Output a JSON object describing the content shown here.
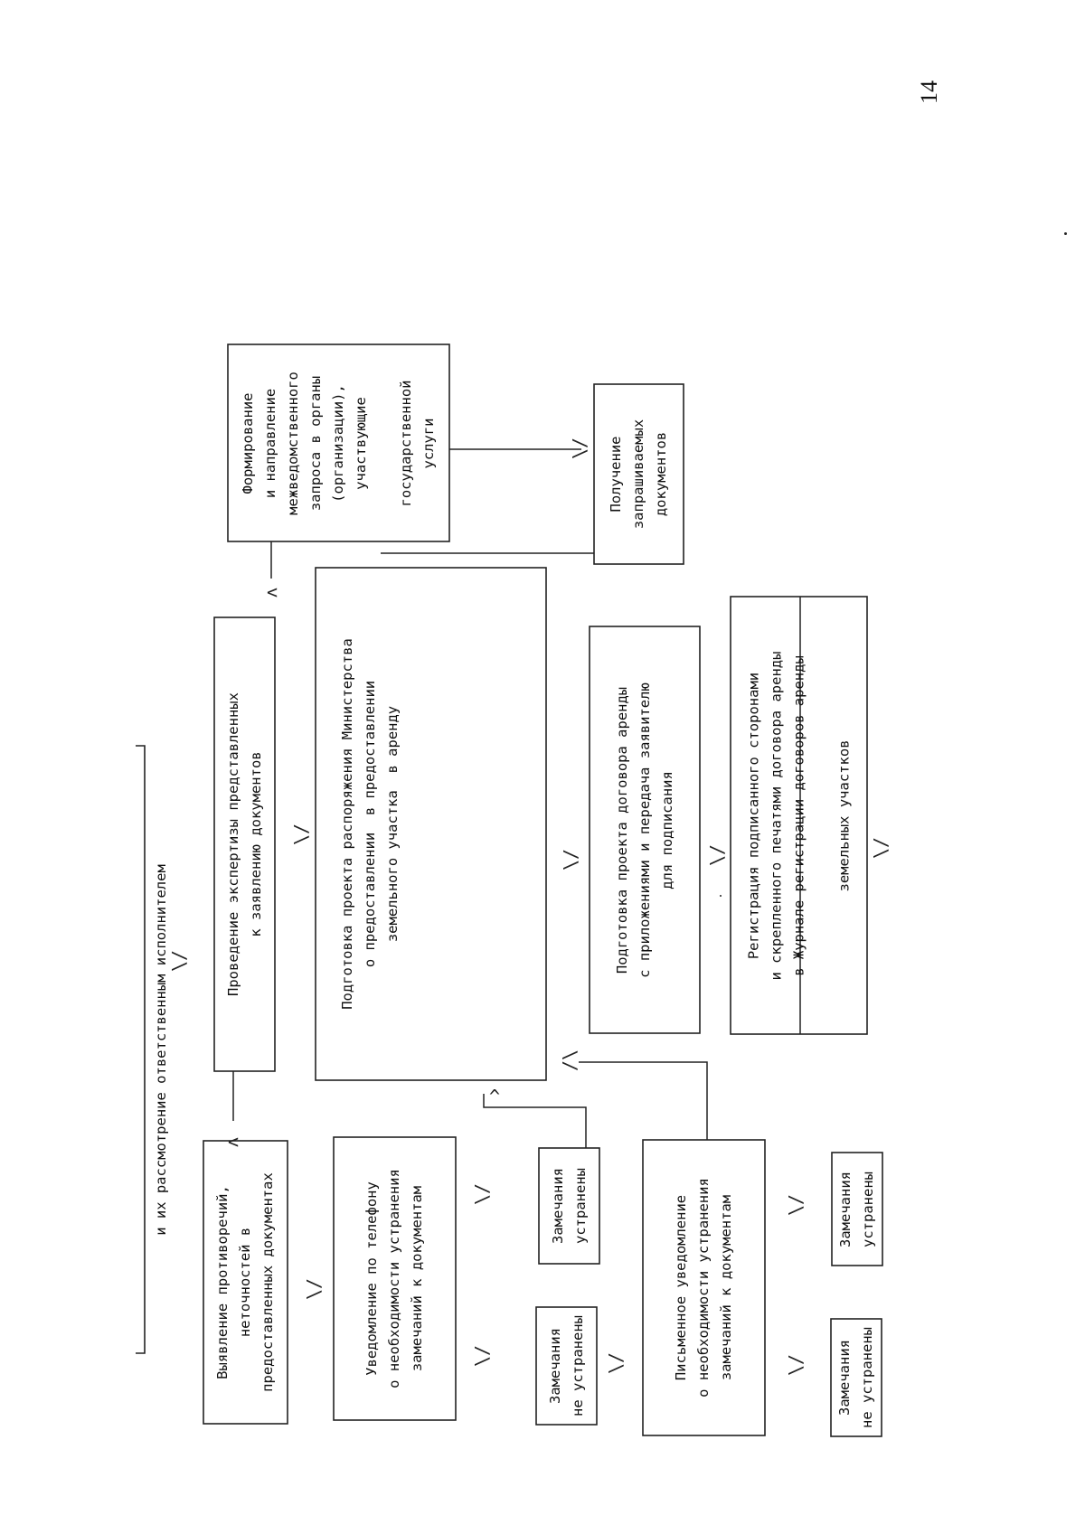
{
  "page": {
    "number": "14"
  },
  "diagram": {
    "top_label": "и их рассмотрение ответственным исполнителем",
    "nodes": {
      "expertise": "Проведение экспертизы представленных\nк заявлению документов",
      "contradictions": "Выявление противоречий,\nнеточностей в\nпредоставленных документах",
      "interagency": "Формирование\nи направление\nмежведомственного\nзапроса в органы\n(организации),\nучаствующие\n\nгосударственной\nуслуги",
      "received": "Получение\nзапрашиваемых\nдокументов",
      "order_draft": "Подготовка проекта распоряжения Министерства\nо предоставлении  в предоставлении\nземельного участка  в аренду",
      "phone_notice": "Уведомление по телефону\nо необходимости устранения\nзамечаний к документам",
      "fixed_1": "Замечания\nустранены",
      "not_fixed_1": "Замечания\nне устранены",
      "written_notice": "Письменное уведомление\nо необходимости устранения\nзамечаний к документам",
      "fixed_2": "Замечания\nустранены",
      "not_fixed_2": "Замечания\nне устранены",
      "lease_draft": "Подготовка проекта договора аренды\nс приложениями и передача заявителю\nдля подписания",
      "registration": "Регистрация подписанного сторонами\nи скрепленного печатями договора аренды\nв Журнале регистрации договоров аренды\n\nземельных участков"
    },
    "arrow_glyphs": {
      "down": "\\/",
      "up": "/\\",
      "left": "<",
      "right": "^"
    }
  }
}
